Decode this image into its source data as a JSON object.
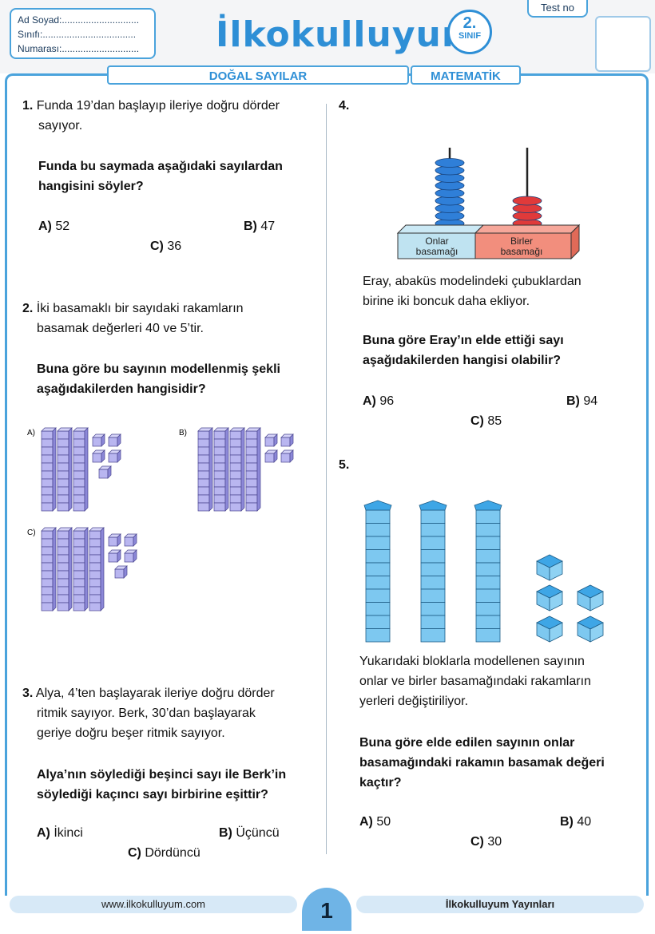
{
  "header": {
    "student": {
      "name_label": "Ad Soyad:.............................",
      "class_label": "Sınıfı:...................................",
      "number_label": "Numarası:............................."
    },
    "logo_text": "İlkokulluyum",
    "grade_number": "2.",
    "grade_word": "SINIF",
    "test_label": "Test no",
    "topic": "DOĞAL SAYILAR",
    "subject": "MATEMATİK"
  },
  "questions": {
    "q1": {
      "number": "1.",
      "line1": "Funda 19’dan başlayıp ileriye doğru dörder",
      "line2": "sayıyor.",
      "bold1": "Funda bu saymada aşağıdaki sayılardan",
      "bold2": "hangisini söyler?",
      "opts": [
        {
          "letter": "A)",
          "text": "52"
        },
        {
          "letter": "B)",
          "text": "47"
        },
        {
          "letter": "C)",
          "text": "36"
        }
      ]
    },
    "q2": {
      "number": "2.",
      "line1": "İki basamaklı bir sayıdaki rakamların",
      "line2": "basamak değerleri 40 ve 5’tir.",
      "bold1": "Buna göre bu sayının modellenmiş şekli",
      "bold2": "aşağıdakilerden hangisidir?",
      "opts": [
        {
          "letter": "A)",
          "tens": 3,
          "ones": 5
        },
        {
          "letter": "B)",
          "tens": 4,
          "ones": 4
        },
        {
          "letter": "C)",
          "tens": 4,
          "ones": 5
        }
      ]
    },
    "q3": {
      "number": "3.",
      "line1": "Alya, 4’ten başlayarak ileriye doğru dörder",
      "line2": "ritmik sayıyor. Berk, 30’dan başlayarak",
      "line3": "geriye doğru beşer ritmik sayıyor.",
      "bold1": "Alya’nın söylediği beşinci sayı ile Berk’in",
      "bold2": "söylediği kaçıncı sayı birbirine eşittir?",
      "opts": [
        {
          "letter": "A)",
          "text": "İkinci"
        },
        {
          "letter": "B)",
          "text": "Üçüncü"
        },
        {
          "letter": "C)",
          "text": "Dördüncü"
        }
      ]
    },
    "q4": {
      "number": "4.",
      "abacus": {
        "tens_label_1": "Onlar",
        "tens_label_2": "basamağı",
        "ones_label_1": "Birler",
        "ones_label_2": "basamağı",
        "tens_beads": 9,
        "ones_beads": 4
      },
      "line1": "Eray, abaküs modelindeki çubuklardan",
      "line2": "birine iki boncuk daha ekliyor.",
      "bold1": "Buna göre Eray’ın elde ettiği sayı",
      "bold2": "aşağıdakilerden hangisi olabilir?",
      "opts": [
        {
          "letter": "A)",
          "text": "96"
        },
        {
          "letter": "B)",
          "text": "94"
        },
        {
          "letter": "C)",
          "text": "85"
        }
      ]
    },
    "q5": {
      "number": "5.",
      "blocks": {
        "tens": 3,
        "ones": 5
      },
      "line1": "Yukarıdaki bloklarla modellenen sayının",
      "line2": "onlar ve birler basamağındaki rakamların",
      "line3": "yerleri değiştiriliyor.",
      "bold1": "Buna göre elde edilen sayının onlar",
      "bold2": "basamağındaki rakamın basamak değeri",
      "bold3": "kaçtır?",
      "opts": [
        {
          "letter": "A)",
          "text": "50"
        },
        {
          "letter": "B)",
          "text": "40"
        },
        {
          "letter": "C)",
          "text": "30"
        }
      ]
    }
  },
  "footer": {
    "website": "www.ilkokulluyum.com",
    "page": "1",
    "publisher": "İlkokulluyum Yayınları"
  },
  "colors": {
    "accent": "#2e8fd6",
    "tens_bead": "#2f7fd8",
    "ones_bead": "#e03a3a",
    "block_face": "#7dc8f0",
    "cube_model": "#b9b6f0"
  }
}
